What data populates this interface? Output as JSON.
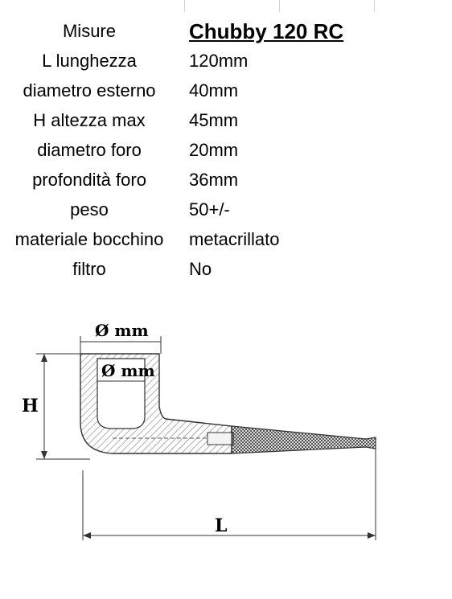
{
  "spec": {
    "header_label": "Misure",
    "product_name": "Chubby 120 RC",
    "rows": [
      {
        "label": "L lunghezza",
        "value": "120mm"
      },
      {
        "label": "diametro esterno",
        "value": "40mm"
      },
      {
        "label": "H altezza max",
        "value": "45mm"
      },
      {
        "label": "diametro foro",
        "value": "20mm"
      },
      {
        "label": "profondità foro",
        "value": "36mm"
      },
      {
        "label": "peso",
        "value": "50+/-"
      },
      {
        "label": "materiale bocchino",
        "value": "metacrillato"
      },
      {
        "label": "filtro",
        "value": "No"
      }
    ]
  },
  "drawing": {
    "outer_diameter_label": "Ø mm",
    "inner_diameter_label": "Ø mm",
    "height_label": "H",
    "length_label": "L"
  }
}
